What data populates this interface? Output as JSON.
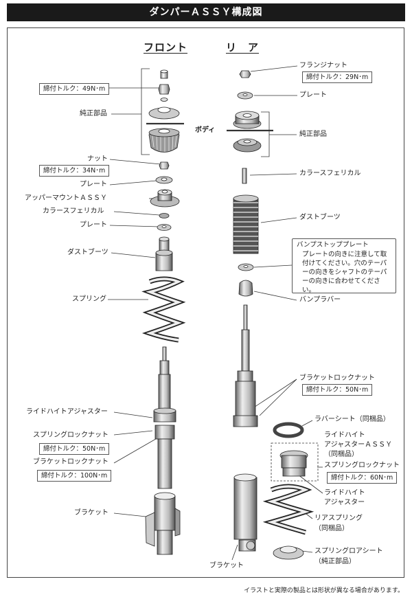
{
  "title": "ダンパーＡＳＳＹ構成図",
  "columns": {
    "front": "フロント",
    "rear": "リ　ア"
  },
  "body_label": "ボディ",
  "front": {
    "torque_top": "締付トルク：49N･m",
    "genuine": "純正部品",
    "nut": "ナット",
    "torque_nut": "締付トルク：34N･m",
    "plate1": "プレート",
    "upper_mount": "アッパーマウントＡＳＳＹ",
    "collar": "カラースフェリカル",
    "plate2": "プレート",
    "dust_boot": "ダストブーツ",
    "spring": "スプリング",
    "ride_height": "ライドハイトアジャスター",
    "spring_lock": "スプリングロックナット",
    "torque_spring_lock": "締付トルク：50N･m",
    "bracket_lock": "ブラケットロックナット",
    "torque_bracket_lock": "締付トルク：100N･m",
    "bracket": "ブラケット"
  },
  "rear": {
    "flange_nut": "フランジナット",
    "torque_flange": "締付トルク：29N･m",
    "plate": "プレート",
    "genuine": "純正部品",
    "collar": "カラースフェリカル",
    "dust_boot": "ダストブーツ",
    "bump_plate_title": "バンプストッププレート",
    "bump_plate_note": "プレートの向きに注意して取付けてください。穴のテーパーの向きをシャフトのテーパーの向きに合わせてください。",
    "bump_rubber": "バンプラバー",
    "bracket_lock": "ブラケットロックナット",
    "torque_bracket_lock": "締付トルク：50N･m",
    "rubber_seat": "ラバーシート（同梱品）",
    "ride_assy_1": "ライドハイト",
    "ride_assy_2": "アジャスターＡＳＳＹ",
    "ride_assy_3": "（同梱品）",
    "spring_lock": "スプリングロックナット",
    "torque_spring_lock": "締付トルク：60N･m",
    "ride_adj_1": "ライドハイト",
    "ride_adj_2": "アジャスター",
    "rear_spring_1": "リアスプリング",
    "rear_spring_2": "（同梱品）",
    "lower_seat_1": "スプリングロアシート",
    "lower_seat_2": "（純正部品）",
    "bracket": "ブラケット"
  },
  "footer": "イラストと実際の製品とは形状が異なる場合があります。"
}
